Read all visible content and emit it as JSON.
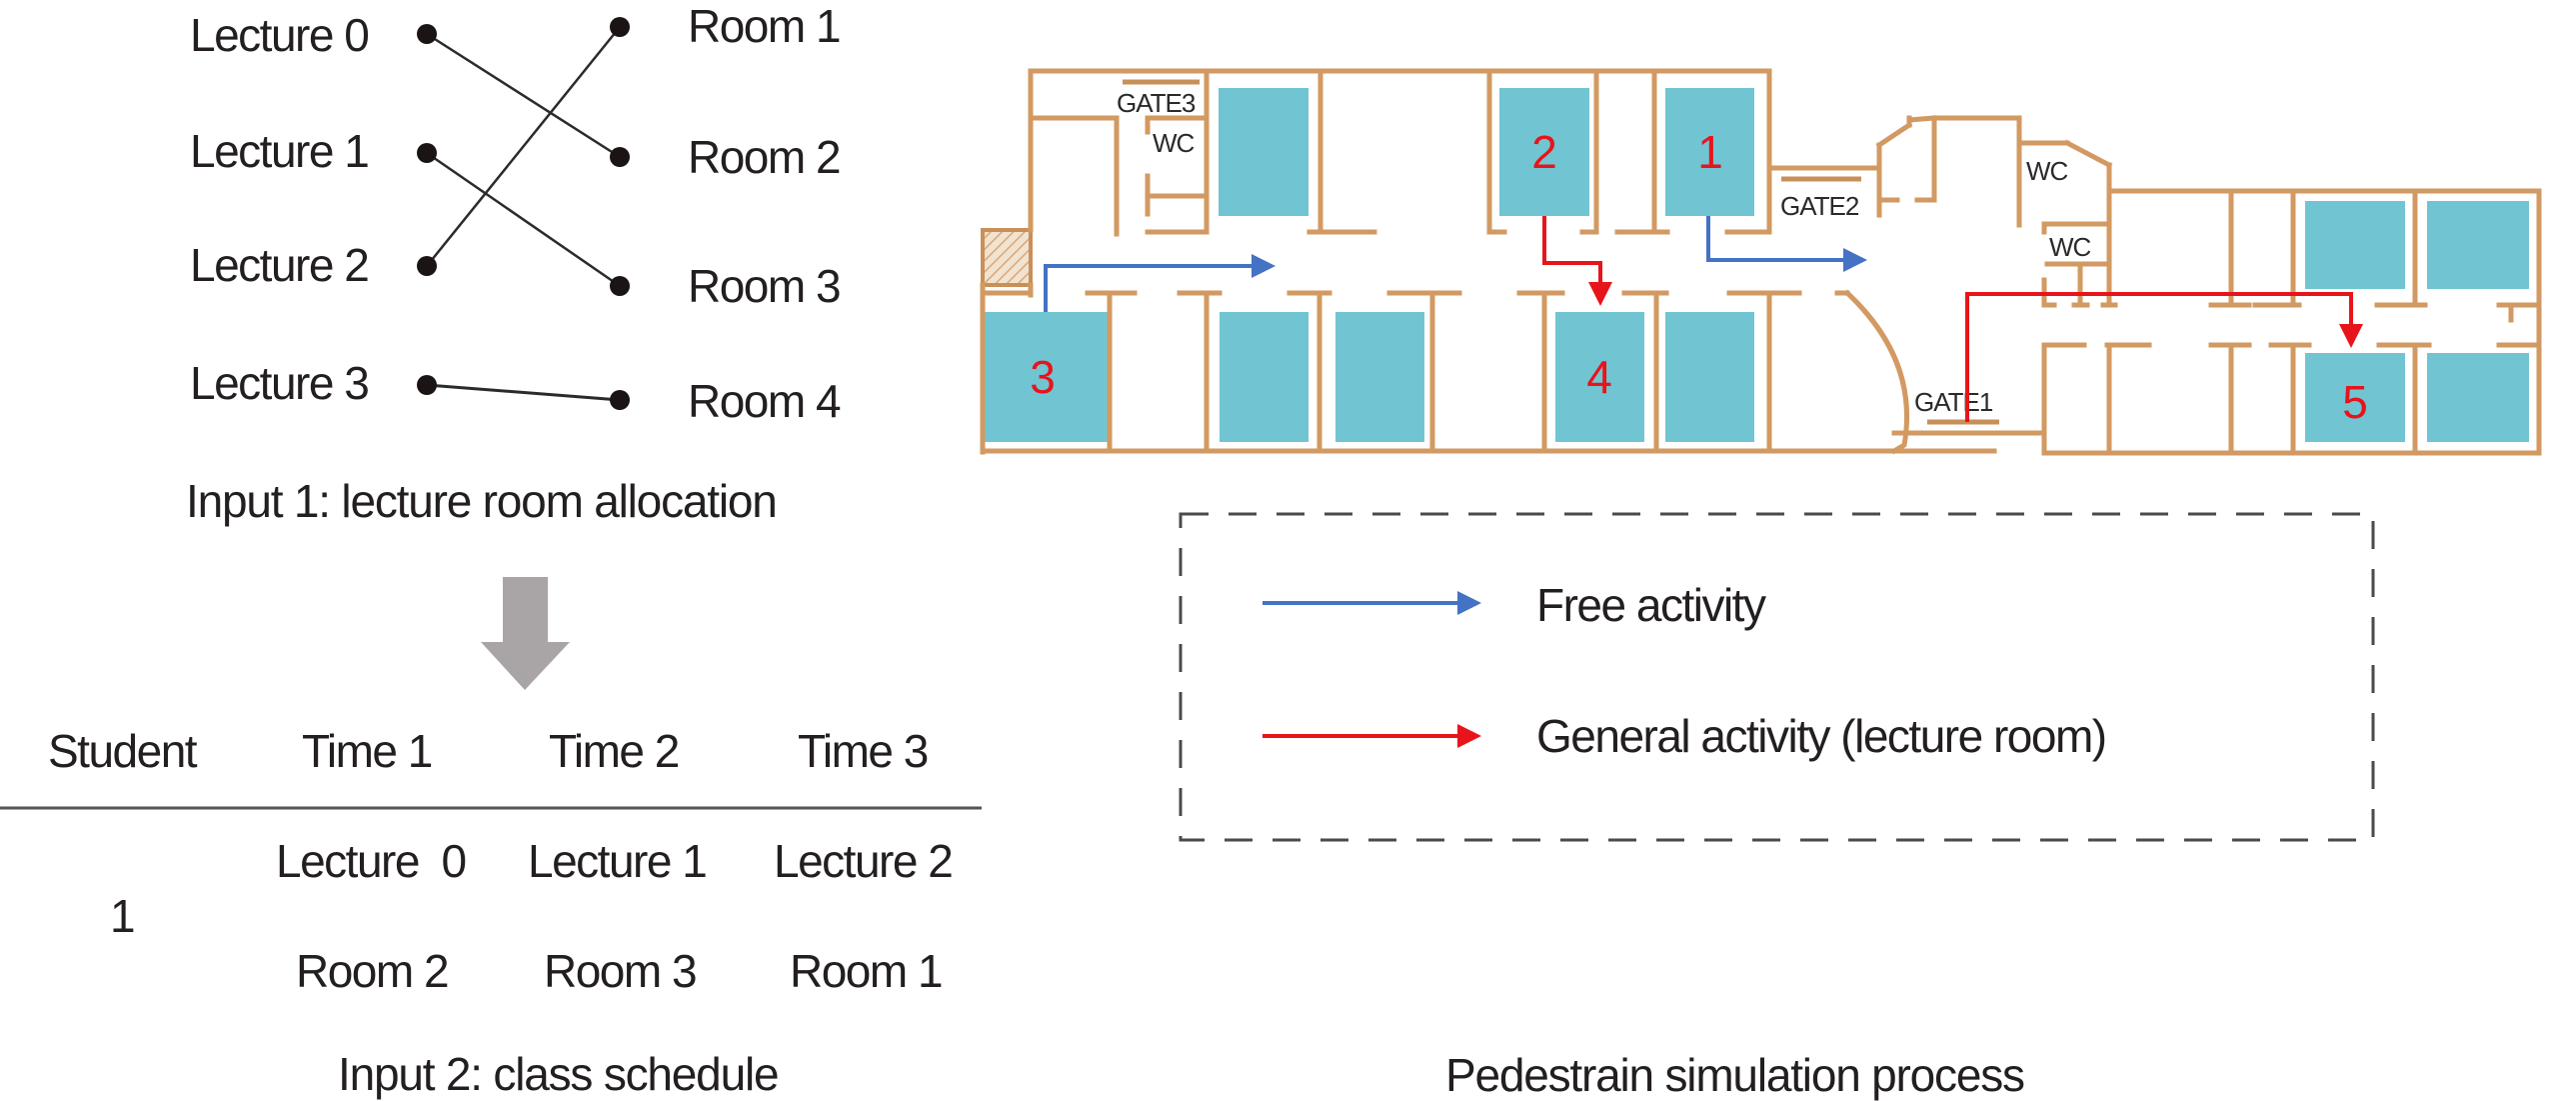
{
  "figure": {
    "allocation": {
      "lectures": [
        "Lecture 0",
        "Lecture 1",
        "Lecture 2",
        "Lecture 3"
      ],
      "rooms": [
        "Room 1",
        "Room 2",
        "Room 3",
        "Room 4"
      ],
      "links": [
        {
          "lecture": "Lecture 0",
          "room": "Room 2"
        },
        {
          "lecture": "Lecture 1",
          "room": "Room 3"
        },
        {
          "lecture": "Lecture 2",
          "room": "Room 1"
        },
        {
          "lecture": "Lecture 3",
          "room": "Room 4"
        }
      ],
      "caption": "Input 1: lecture room allocation"
    },
    "schedule": {
      "headers": [
        "Student",
        "Time 1",
        "Time 2",
        "Time 3"
      ],
      "rows": [
        {
          "student": "1",
          "lectures": [
            "Lecture  0",
            "Lecture 1",
            "Lecture 2"
          ],
          "rooms": [
            "Room 2",
            "Room 3",
            "Room 1"
          ]
        }
      ],
      "caption": "Input 2: class schedule"
    },
    "floorplan": {
      "labels": {
        "gate1": "GATE1",
        "gate2": "GATE2",
        "gate3": "GATE3",
        "wc_left": "WC",
        "wc_right_top": "WC",
        "wc_right_bottom": "WC"
      },
      "room_numbers": [
        "1",
        "2",
        "3",
        "4",
        "5"
      ],
      "colors": {
        "wall": "#D29A62",
        "room": "#71C5D2",
        "free_activity": "#4472C4",
        "general_activity": "#E8141B"
      }
    },
    "legend": {
      "items": [
        {
          "label": "Free activity",
          "color": "#4472C4"
        },
        {
          "label": "General activity (lecture room)",
          "color": "#E8141B"
        }
      ]
    },
    "caption": "Pedestrain simulation process"
  }
}
